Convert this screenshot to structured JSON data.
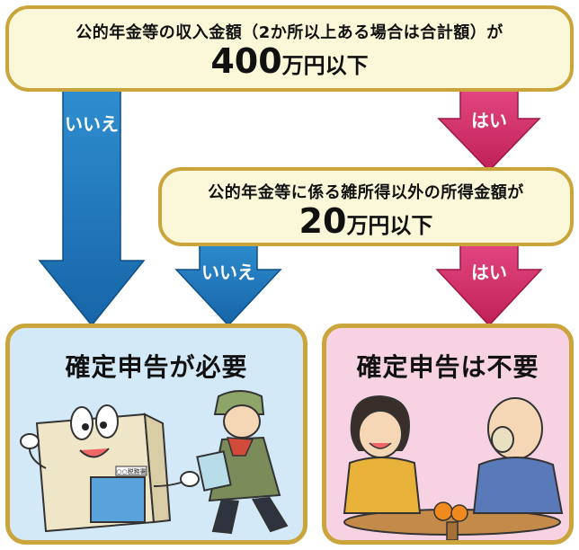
{
  "question1": {
    "text": "公的年金等の収入金額（2か所以上ある場合は合計額）が",
    "amount": "400",
    "unit": "万円以下"
  },
  "question2": {
    "text": "公的年金等に係る雑所得以外の所得金額が",
    "amount": "20",
    "unit": "万円以下"
  },
  "labels": {
    "no": "いいえ",
    "yes": "はい"
  },
  "results": {
    "required": "確定申告が必要",
    "not_required": "確定申告は不要"
  },
  "illustration_text": {
    "office_sign": "○○税務署"
  },
  "colors": {
    "no_arrow": "#1f7fc0",
    "yes_arrow": "#d9356e",
    "box_border": "#c9a53c",
    "box_fill": "#fbf8d9",
    "required_bg": "#d3e9f7",
    "not_required_bg": "#f6d2e3"
  }
}
